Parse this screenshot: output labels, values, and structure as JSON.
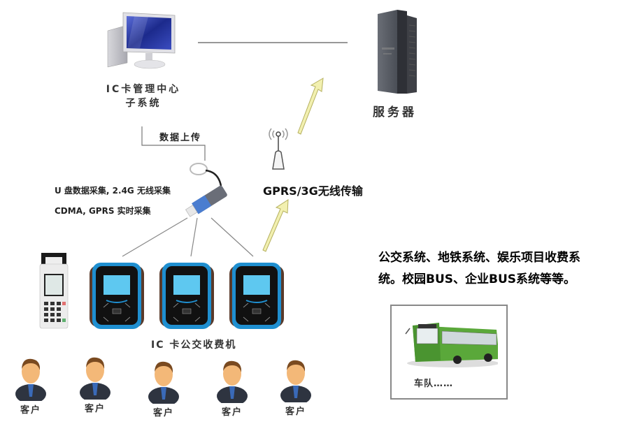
{
  "diagram": {
    "management_center": {
      "label_line1": "IC卡管理中心",
      "label_line2": "子系统",
      "icon": "desktop-computer-icon"
    },
    "server": {
      "label": "服务器",
      "icon": "server-tower-icon"
    },
    "upload": {
      "label": "数据上传"
    },
    "usb_collection": {
      "line1": "U 盘数据采集, 2.4G 无线采集",
      "line2": "CDMA, GPRS 实时采集",
      "icon": "usb-drive-icon"
    },
    "wireless": {
      "label": "GPRS/3G无线传输",
      "icon": "wireless-antenna-icon"
    },
    "terminals": {
      "label": "IC 卡公交收费机",
      "devices": [
        {
          "type": "handheld-pos",
          "icon": "handheld-pos-icon"
        },
        {
          "type": "card-reader",
          "icon": "card-reader-icon"
        },
        {
          "type": "card-reader",
          "icon": "card-reader-icon"
        },
        {
          "type": "card-reader",
          "icon": "card-reader-icon"
        }
      ]
    },
    "customers": [
      {
        "label": "客户"
      },
      {
        "label": "客户"
      },
      {
        "label": "客户"
      },
      {
        "label": "客户"
      },
      {
        "label": "客户"
      }
    ],
    "applications": {
      "line1": "公交系统、地铁系统、娱乐项目收费系",
      "line2": "统。校园BUS、企业BUS系统等等。"
    },
    "fleet": {
      "label": "车队……",
      "icon": "green-bus-icon"
    },
    "colors": {
      "arrow_fill": "#f2f0b0",
      "arrow_stroke": "#b5b060",
      "line": "#777777",
      "reader_blue": "#1f8fd0",
      "bus_green": "#5aa83a"
    }
  }
}
